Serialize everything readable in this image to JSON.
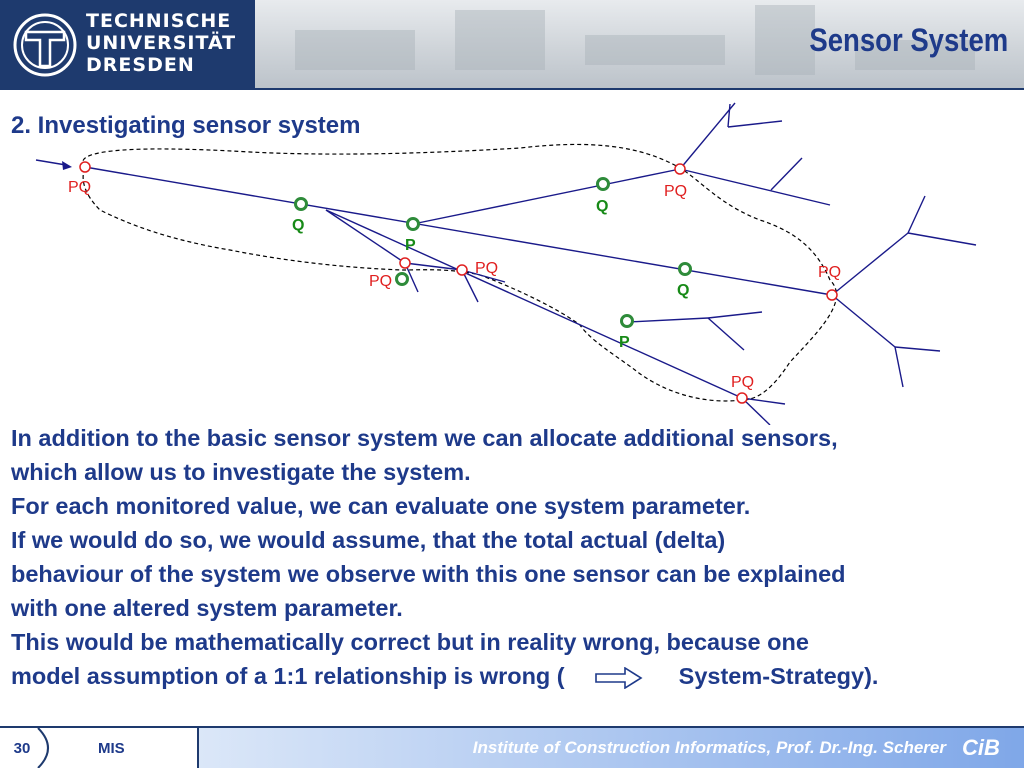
{
  "header": {
    "logo_lines": [
      "TECHNISCHE",
      "UNIVERSITÄT",
      "DRESDEN"
    ],
    "title": "Sensor System"
  },
  "section_heading": "2. Investigating sensor system",
  "diagram": {
    "labels": {
      "pq": "PQ",
      "q": "Q",
      "p": "P"
    }
  },
  "body": {
    "lines": [
      "In addition to  the basic sensor system we can allocate additional sensors,",
      "which allow us to investigate the system.",
      "For each monitored value, we can evaluate one system parameter.",
      "If we would do so, we would assume, that the total actual (delta)",
      "behaviour of the system we observe with this one sensor can be explained",
      "with one altered  system parameter.",
      "This would be mathematically correct but in reality wrong, because one"
    ],
    "last_line_before": "model assumption of a 1:1 relationship is wrong (",
    "last_line_after": "System-Strategy).",
    "arrow_icon": "right-arrow-outline-icon"
  },
  "footer": {
    "page_number": "30",
    "course": "MIS",
    "institute": "Institute of Construction Informatics, Prof. Dr.-Ing. Scherer",
    "logo_text": "CiB"
  },
  "colors": {
    "brand_blue": "#1e3a6e",
    "text_blue": "#1e3a8a",
    "pq_red": "#e02020",
    "sensor_green": "#178a17"
  }
}
